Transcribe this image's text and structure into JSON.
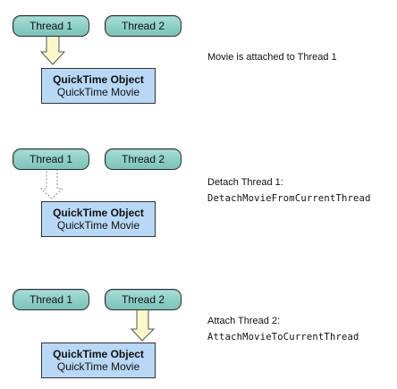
{
  "panels": [
    {
      "thread1": "Thread 1",
      "thread2": "Thread 2",
      "object_title": "QuickTime Object",
      "object_subtitle": "QuickTime Movie",
      "caption_line1": "Movie is attached to Thread 1",
      "caption_line2": ""
    },
    {
      "thread1": "Thread 1",
      "thread2": "Thread 2",
      "object_title": "QuickTime Object",
      "object_subtitle": "QuickTime Movie",
      "caption_line1": "Detach Thread 1:",
      "caption_line2": "DetachMovieFromCurrentThread"
    },
    {
      "thread1": "Thread 1",
      "thread2": "Thread 2",
      "object_title": "QuickTime Object",
      "object_subtitle": "QuickTime Movie",
      "caption_line1": "Attach Thread 2:",
      "caption_line2": "AttachMovieToCurrentThread"
    }
  ],
  "colors": {
    "thread_fill": "#8ccec5",
    "object_fill": "#b8d8f6",
    "arrow_fill": "#fbf8c9"
  },
  "attachment_states": [
    "attached",
    "detached",
    "attached"
  ]
}
